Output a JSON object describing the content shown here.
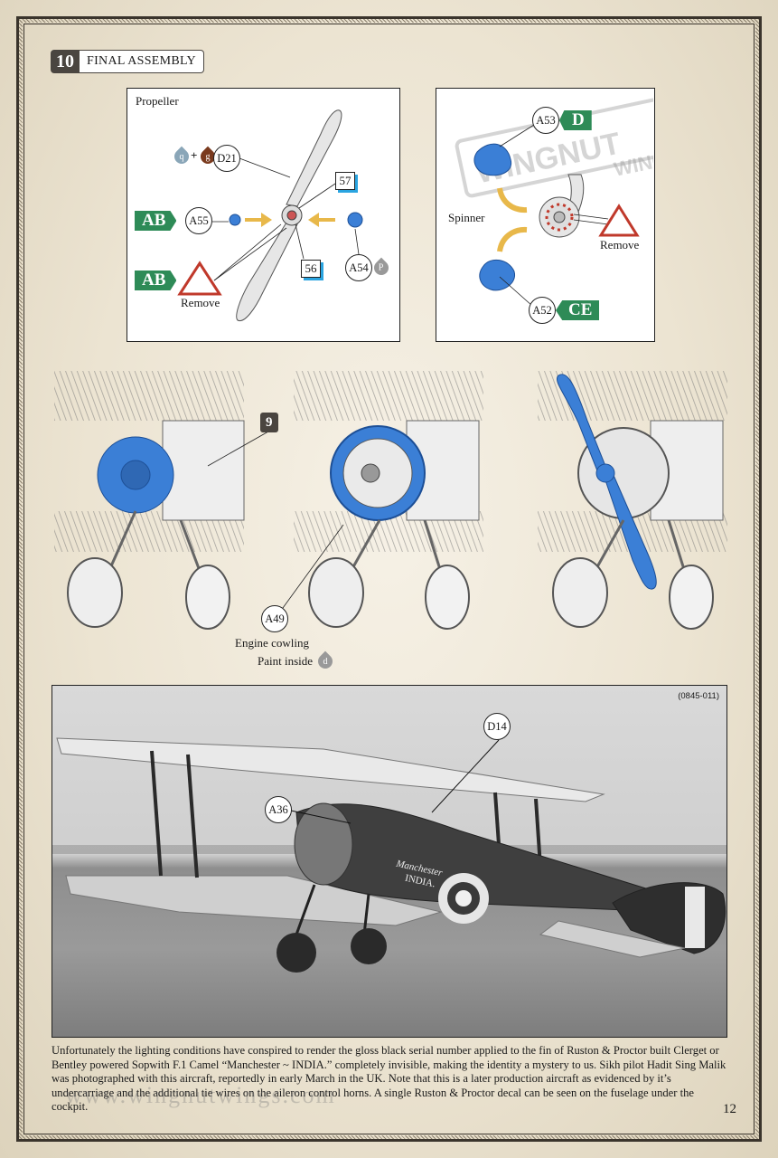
{
  "step": {
    "number": "10",
    "title": "FINAL ASSEMBLY"
  },
  "propeller_panel": {
    "title": "Propeller",
    "paint_q": "q",
    "plus": "+",
    "paint_g": "g",
    "parts": {
      "d21": "D21",
      "a55": "A55",
      "a54": "A54",
      "p": "P",
      "n57": "57",
      "n56": "56"
    },
    "decal_ab_top": "AB",
    "decal_ab_bottom": "AB",
    "remove": "Remove"
  },
  "spinner_panel": {
    "title": "Spinner",
    "parts": {
      "a53": "A53",
      "a52": "A52"
    },
    "decal_d": "D",
    "decal_ce": "CE",
    "remove": "Remove",
    "watermark_top": "WINGNUT",
    "watermark_bottom": "WINGS"
  },
  "assembly": {
    "ref_step": "9",
    "cowling_part": "A49",
    "cowling_label": "Engine cowling",
    "paint_inside": "Paint inside",
    "paint_code": "d"
  },
  "photo": {
    "ref": "(0845-011)",
    "callout_a36": "A36",
    "callout_d14": "D14",
    "fuselage_text_1": "Manchester",
    "fuselage_text_2": "INDIA."
  },
  "caption": "Unfortunately the lighting conditions have conspired to render the gloss black serial number applied to the fin of Ruston & Proctor built Clerget or Bentley powered Sopwith F.1 Camel “Manchester ~ INDIA.” completely invisible, making the identity a mystery to us. Sikh pilot Hadit Sing Malik was photographed with this aircraft, reportedly in early March in the UK. Note that this is a later production aircraft as evidenced by it’s undercarriage and the additional tie wires on the aileron control horns. A single Ruston & Proctor decal can be seen on the fuselage under the cockpit.",
  "watermark_url": "www.wingnutwings.com",
  "page_number": "12",
  "colors": {
    "part_blue": "#3b7fd6",
    "decal_green": "#2e8b57",
    "header_dark": "#4a4540",
    "remove_red": "#c0392b",
    "arrow_yellow": "#e8b84a"
  }
}
